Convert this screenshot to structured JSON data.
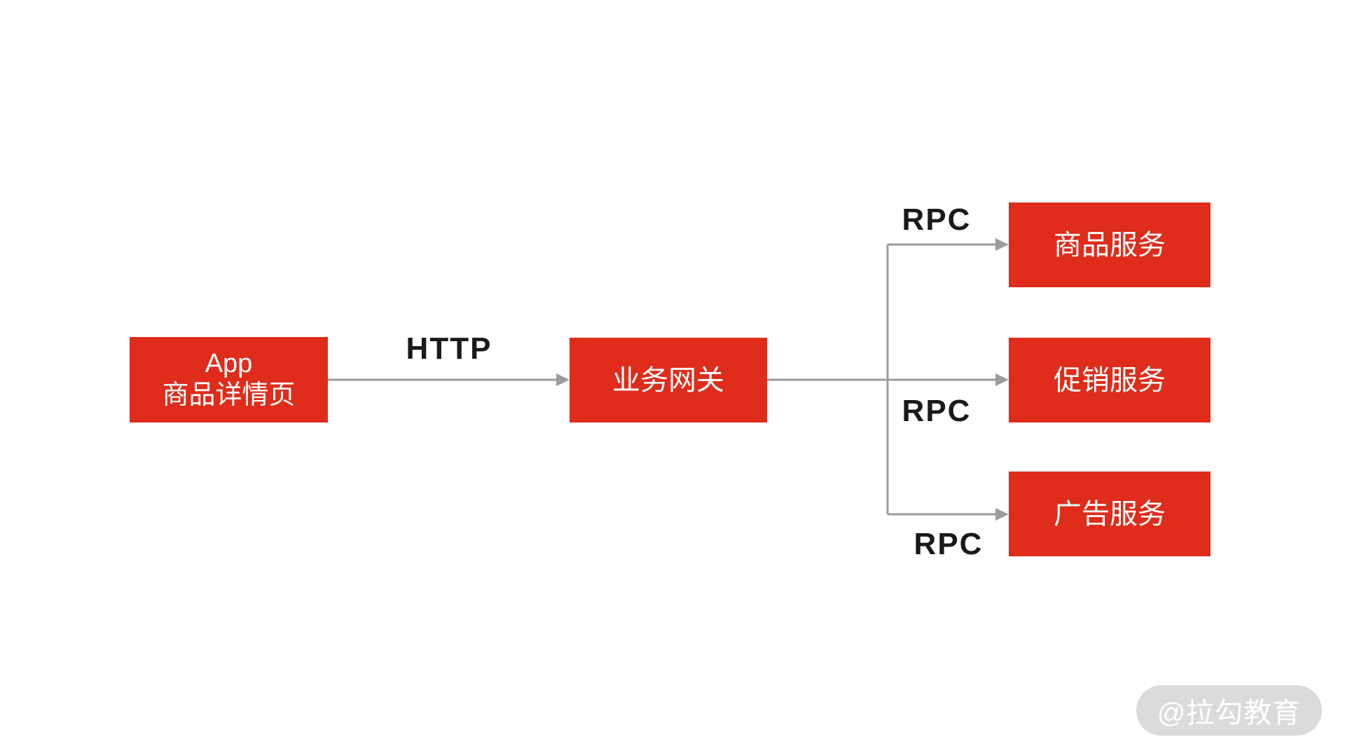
{
  "diagram": {
    "nodes": {
      "app": {
        "line1": "App",
        "line2": "商品详情页"
      },
      "gateway": {
        "label": "业务网关"
      },
      "product_service": {
        "label": "商品服务"
      },
      "promotion_service": {
        "label": "促销服务"
      },
      "ad_service": {
        "label": "广告服务"
      }
    },
    "edges": {
      "http": {
        "label": "HTTP"
      },
      "rpc_top": {
        "label": "RPC"
      },
      "rpc_middle": {
        "label": "RPC"
      },
      "rpc_bottom": {
        "label": "RPC"
      }
    },
    "colors": {
      "node_red": "#DF2C1B",
      "node_text": "#FFFFFF",
      "line_gray": "#9B9B9B",
      "label_black": "#1A1A1A",
      "watermark_bg": "#DBDBDB",
      "watermark_text": "#FFFFFF"
    }
  },
  "watermark": {
    "text": "@拉勾教育"
  }
}
